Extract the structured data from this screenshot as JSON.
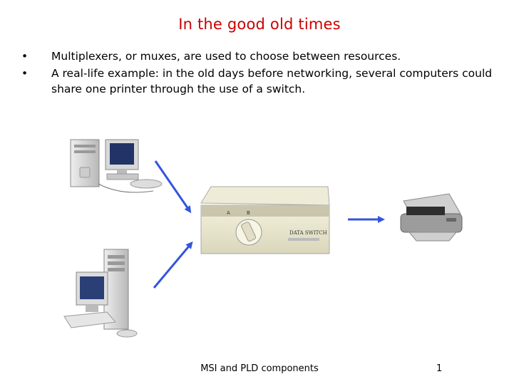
{
  "slide": {
    "title": "In the good old times",
    "bullets": [
      "Multiplexers, or muxes, are used to choose between resources.",
      "A real-life example: in the old days before networking, several computers could share one printer through the use of a switch."
    ],
    "switch_labels": {
      "a": "A",
      "b": "B",
      "brand": "DATA SWITCH"
    }
  },
  "footer": {
    "center_text": "MSI and PLD components",
    "page_number": "1"
  },
  "colors": {
    "title": "#cc0000",
    "arrow": "#3355dd"
  }
}
